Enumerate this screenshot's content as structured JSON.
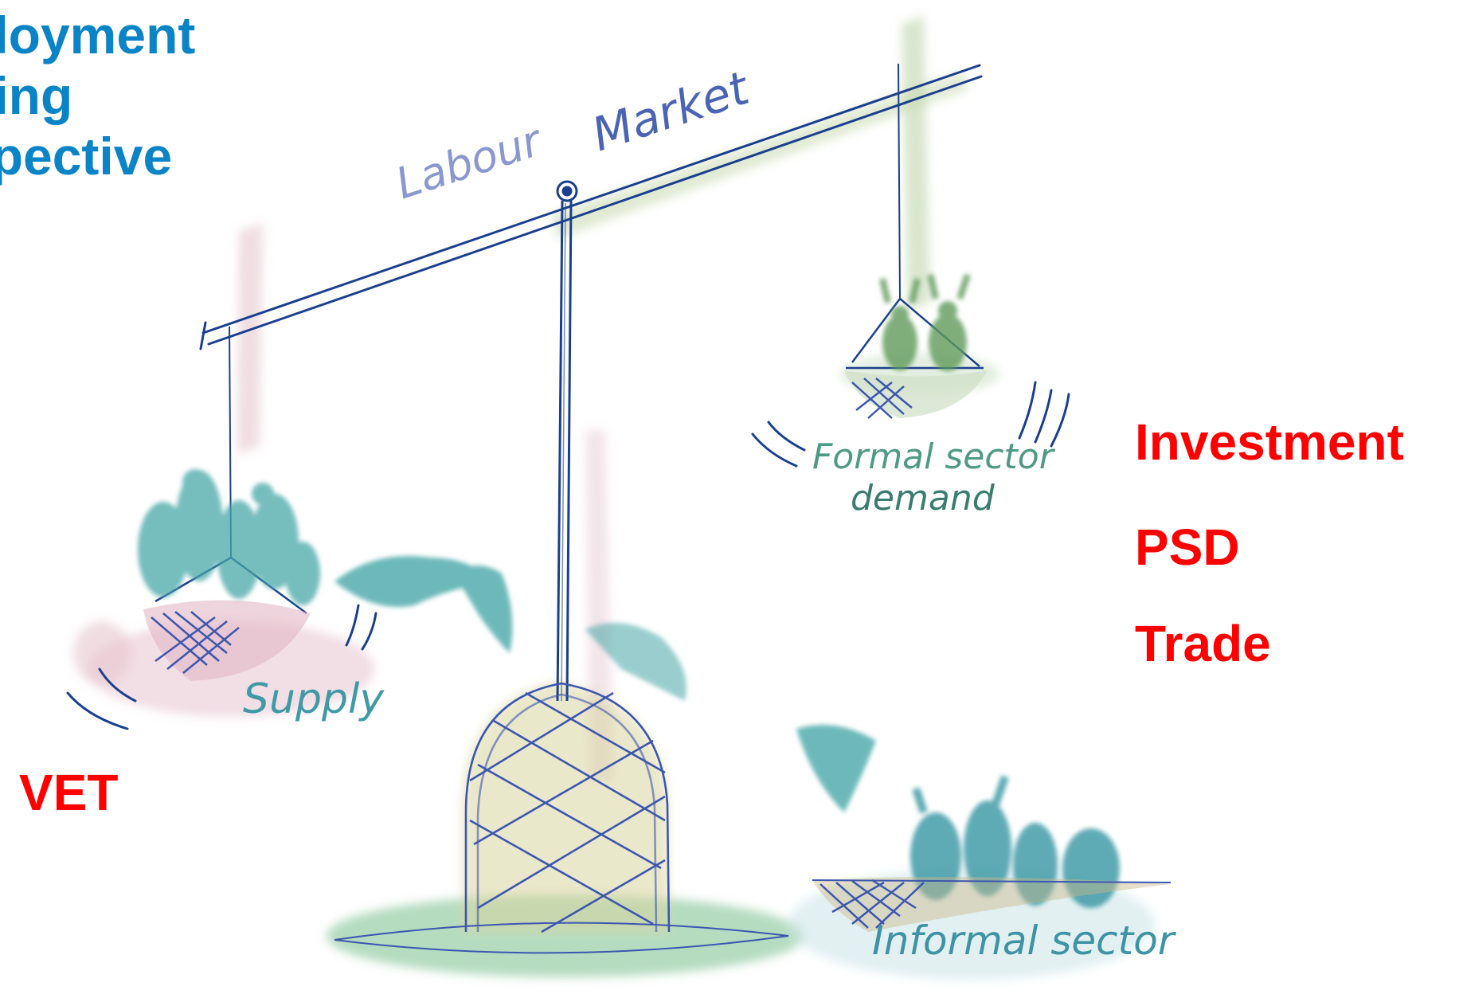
{
  "title": {
    "line1": "ployment",
    "line2": "ding",
    "line3": "spective"
  },
  "scale": {
    "beam_label_left": "Labour",
    "beam_label_right": "Market"
  },
  "pans": {
    "supply": "Supply",
    "formal_line1": "Formal sector",
    "formal_line2": "demand",
    "informal": "Informal sector"
  },
  "side_labels": {
    "left": "VET",
    "right": [
      "Investment",
      "PSD",
      "Trade"
    ]
  },
  "colors": {
    "title": "#0a84c6",
    "labels": "#ff0000",
    "ink": "#1b3f8f",
    "teal": "#2f9aa3",
    "green": "#6fa36a",
    "pink": "#d8a9b6"
  }
}
